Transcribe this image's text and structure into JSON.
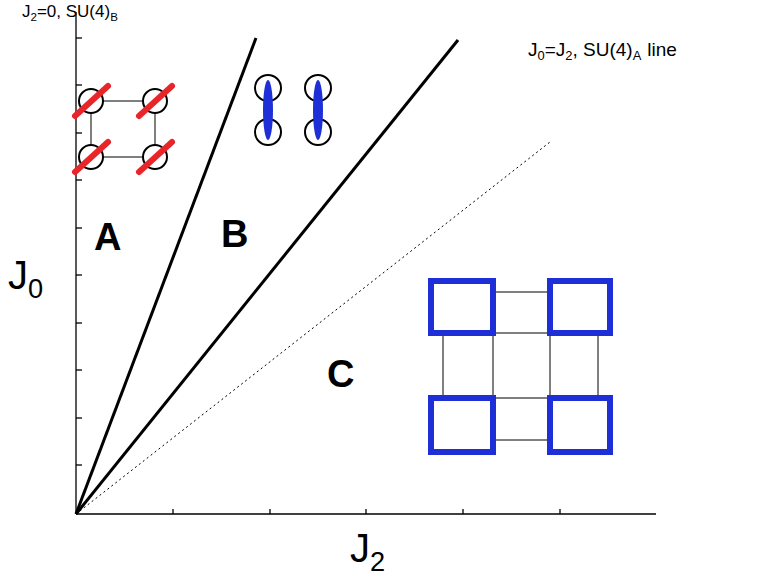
{
  "diagram": {
    "labels": [
      "J",
      "2",
      "=0, SU(4)",
      "B",
      "J",
      "0",
      "=J",
      "2",
      ", SU(4)",
      "A",
      "line",
      "A",
      "B",
      "C",
      "J",
      "0",
      "J",
      "2"
    ]
  }
}
